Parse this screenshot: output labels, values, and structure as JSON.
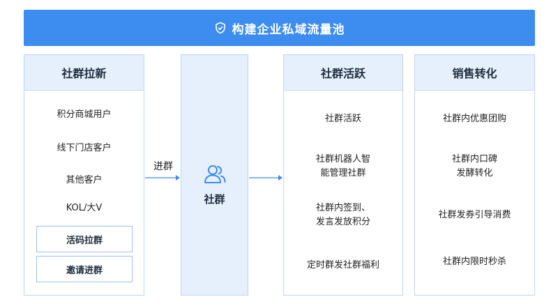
{
  "banner": {
    "title": "构建企业私域流量池",
    "icon": "shield-check-icon"
  },
  "columns": {
    "acquire": {
      "header": "社群拉新",
      "items": [
        "积分商城用户",
        "线下门店客户",
        "其他客户",
        "KOL/大V"
      ],
      "boxed": [
        "活码拉群",
        "邀请进群"
      ]
    },
    "community": {
      "label": "社群",
      "icon": "users-icon"
    },
    "active": {
      "header": "社群活跃",
      "items": [
        "社群活跃",
        "社群机器人智\n能管理社群",
        "社群内签到、\n发言发放积分",
        "定时群发社群福利"
      ]
    },
    "sales": {
      "header": "销售转化",
      "items": [
        "社群内优惠团购",
        "社群内口碑\n发酵转化",
        "社群发券引导消费",
        "社群内限时秒杀"
      ]
    }
  },
  "arrow_label": "进群",
  "colors": {
    "accent": "#3d8cf0",
    "header_bg": "#e6f0fd",
    "border": "#bcd4f4"
  }
}
